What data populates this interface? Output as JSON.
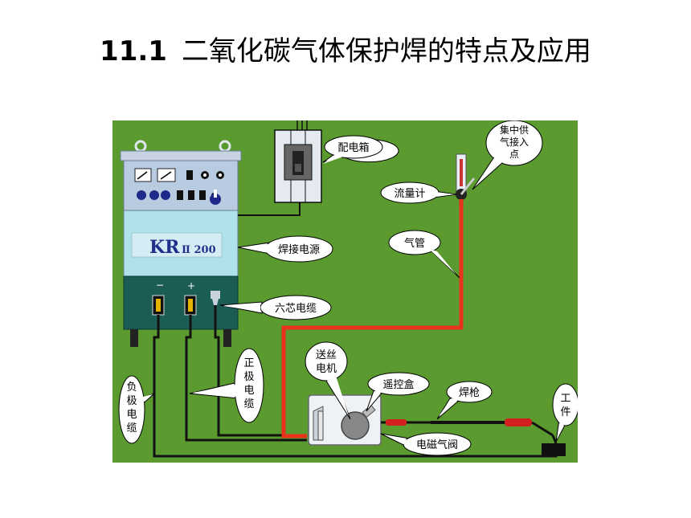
{
  "title": {
    "number": "11.1",
    "text": "二氧化碳气体保护焊的特点及应用"
  },
  "diagram": {
    "background_color": "#5a9a2e",
    "gas_line_color": "#e8321c",
    "machine": {
      "model_main": "KR",
      "model_sub": "Ⅱ 200",
      "terminal_minus": "−",
      "terminal_plus": "+"
    },
    "labels": {
      "distribution_box": "配电箱",
      "gas_supply": [
        "集中供",
        "气接入",
        "点"
      ],
      "flowmeter": "流量计",
      "power_source": "焊接电源",
      "gas_pipe": "气管",
      "six_core_cable": "六芯电缆",
      "negative_cable": [
        "负",
        "极",
        "电",
        "缆"
      ],
      "positive_cable": [
        "正",
        "极",
        "电",
        "缆"
      ],
      "wire_feed_motor": [
        "送丝",
        "电机"
      ],
      "remote_box": "遥控盒",
      "torch": "焊枪",
      "workpiece": [
        "工",
        "件"
      ],
      "solenoid_valve": "电磁气阀"
    }
  }
}
